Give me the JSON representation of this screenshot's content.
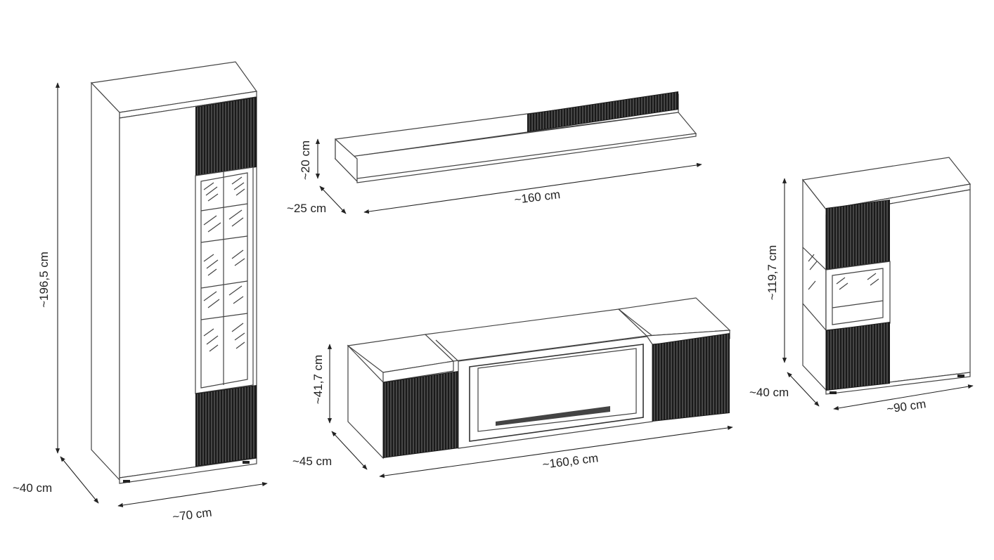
{
  "cabinet": {
    "height": "~196,5 cm",
    "depth": "~40 cm",
    "width": "~70 cm"
  },
  "shelf": {
    "height": "~20 cm",
    "depth": "~25 cm",
    "width": "~160 cm"
  },
  "tv_unit": {
    "height": "~41,7 cm",
    "depth": "~45 cm",
    "width": "~160,6 cm"
  },
  "sideboard": {
    "height": "~119,7 cm",
    "depth": "~40 cm",
    "width": "~90 cm"
  },
  "colors": {
    "line": "#444444",
    "panel": "#1a1a1a",
    "background": "#ffffff"
  }
}
